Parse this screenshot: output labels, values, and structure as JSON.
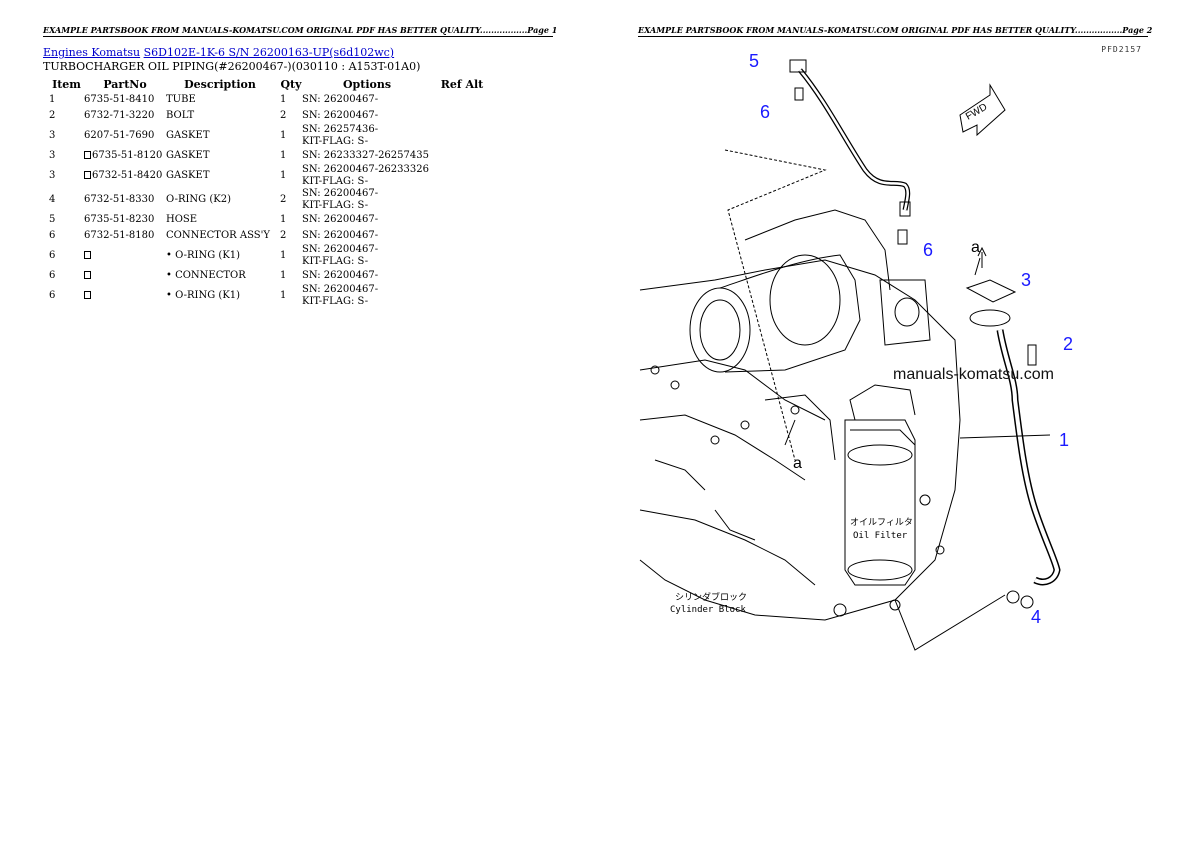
{
  "header": {
    "page1": "EXAMPLE PARTSBOOK FROM MANUALS-KOMATSU.COM ORIGINAL PDF HAS BETTER QUALITY.................Page 1",
    "page2": "EXAMPLE PARTSBOOK FROM MANUALS-KOMATSU.COM ORIGINAL PDF HAS BETTER QUALITY.................Page 2"
  },
  "breadcrumb": {
    "link1": "Engines Komatsu",
    "link2": "S6D102E-1K-6 S/N 26200163-UP(s6d102wc)"
  },
  "subtitle": "TURBOCHARGER OIL PIPING(#26200467-)(030110 : A153T-01A0)",
  "table": {
    "headers": [
      "Item",
      "PartNo",
      "Description",
      "Qty",
      "Options",
      "Ref Alt"
    ],
    "rows": [
      {
        "item": "1",
        "box": false,
        "part": "6735-51-8410",
        "desc": "TUBE",
        "qty": "1",
        "opt1": "SN: 26200467-",
        "opt2": ""
      },
      {
        "item": "2",
        "box": false,
        "part": "6732-71-3220",
        "desc": "BOLT",
        "qty": "2",
        "opt1": "SN: 26200467-",
        "opt2": ""
      },
      {
        "item": "3",
        "box": false,
        "part": "6207-51-7690",
        "desc": "GASKET",
        "qty": "1",
        "opt1": "SN: 26257436-",
        "opt2": "KIT-FLAG: S-"
      },
      {
        "item": "3",
        "box": true,
        "part": "6735-51-8120",
        "desc": "GASKET",
        "qty": "1",
        "opt1": "SN: 26233327-26257435",
        "opt2": ""
      },
      {
        "item": "3",
        "box": true,
        "part": "6732-51-8420",
        "desc": "GASKET",
        "qty": "1",
        "opt1": "SN: 26200467-26233326",
        "opt2": "KIT-FLAG: S-"
      },
      {
        "item": "4",
        "box": false,
        "part": "6732-51-8330",
        "desc": "O-RING (K2)",
        "qty": "2",
        "opt1": "SN: 26200467-",
        "opt2": "KIT-FLAG: S-"
      },
      {
        "item": "5",
        "box": false,
        "part": "6735-51-8230",
        "desc": "HOSE",
        "qty": "1",
        "opt1": "SN: 26200467-",
        "opt2": ""
      },
      {
        "item": "6",
        "box": false,
        "part": "6732-51-8180",
        "desc": "CONNECTOR ASS'Y",
        "qty": "2",
        "opt1": "SN: 26200467-",
        "opt2": ""
      },
      {
        "item": "6",
        "box": true,
        "part": "",
        "desc": "• O-RING (K1)",
        "qty": "1",
        "opt1": "SN: 26200467-",
        "opt2": "KIT-FLAG: S-"
      },
      {
        "item": "6",
        "box": true,
        "part": "",
        "desc": "• CONNECTOR",
        "qty": "1",
        "opt1": "SN: 26200467-",
        "opt2": ""
      },
      {
        "item": "6",
        "box": true,
        "part": "",
        "desc": "• O-RING (K1)",
        "qty": "1",
        "opt1": "SN: 26200467-",
        "opt2": "KIT-FLAG: S-"
      }
    ]
  },
  "diagram": {
    "code": "PFD2157",
    "watermark": "manuals-komatsu.com",
    "callouts": [
      "5",
      "6",
      "6",
      "3",
      "2",
      "1",
      "4"
    ],
    "letters": [
      "a",
      "a"
    ],
    "fwd": "FWD",
    "oil_filter_jp": "オイルフィルタ",
    "oil_filter_en": "Oil Filter",
    "cyl_block_jp": "シリンダブロック",
    "cyl_block_en": "Cylinder Block",
    "callout_color": "#1a1aff"
  }
}
